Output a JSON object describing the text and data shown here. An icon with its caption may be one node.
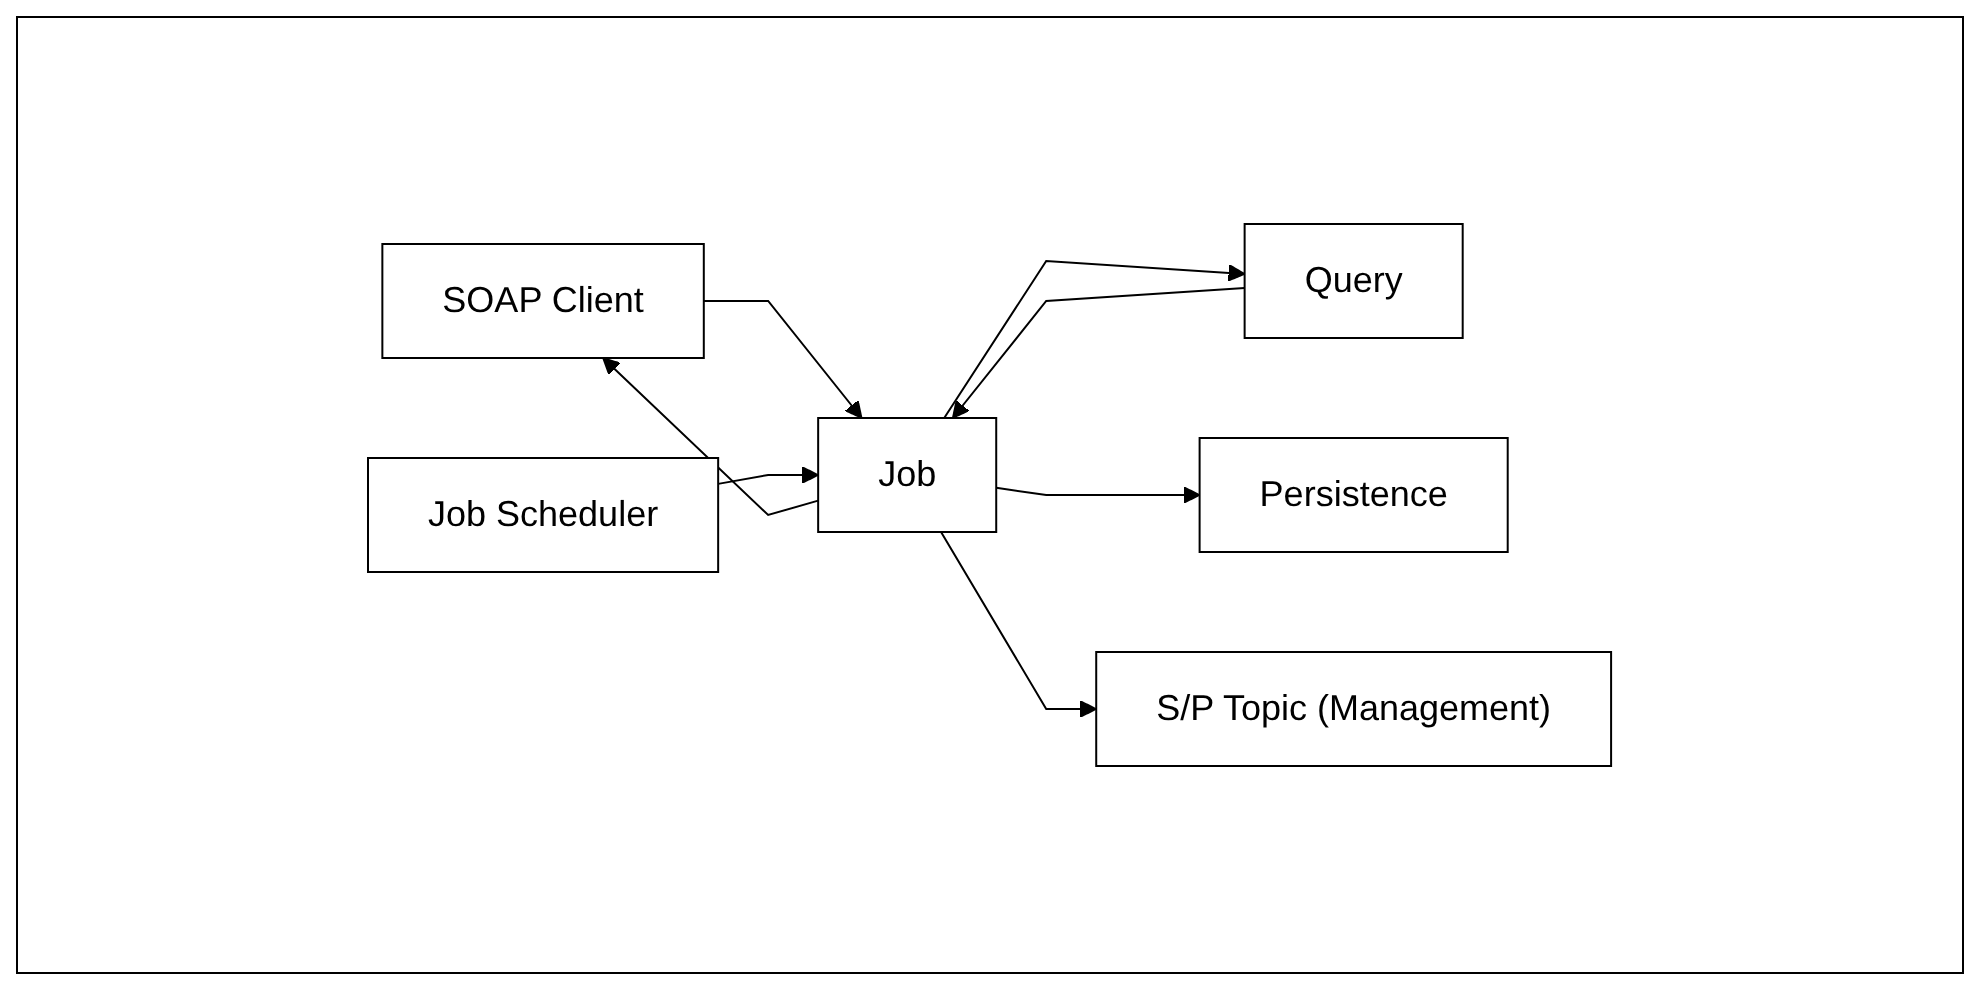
{
  "diagram": {
    "nodes": [
      {
        "text": [
          "SOAP Client"
        ]
      },
      {
        "text": [
          "Job Scheduler"
        ]
      },
      {
        "text": [
          "Query"
        ]
      },
      {
        "text": [
          "Job"
        ]
      },
      {
        "text": [
          "Persistence"
        ]
      },
      {
        "text": [
          "S/P Topic (Management)"
        ]
      }
    ],
    "edges": [
      {
        "from": 3,
        "to": 0,
        "arrow": "to"
      },
      {
        "from": 0,
        "to": 3,
        "arrow": "to"
      },
      {
        "from": 2,
        "to": 3,
        "arrow": "to"
      },
      {
        "from": 3,
        "to": 2,
        "arrow": "to"
      },
      {
        "from": 1,
        "to": 3,
        "arrow": "to"
      },
      {
        "from": 3,
        "to": 4,
        "arrow": "to"
      },
      {
        "from": 3,
        "to": 5,
        "arrow": "to"
      }
    ]
  }
}
